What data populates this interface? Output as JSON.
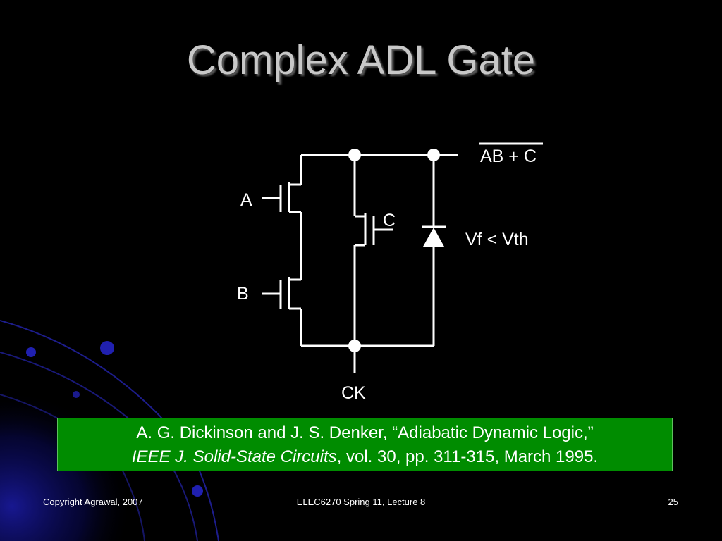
{
  "slide": {
    "title": "Complex ADL Gate"
  },
  "circuit": {
    "labels": {
      "input_a": "A",
      "input_b": "B",
      "input_c": "C",
      "output": "AB + C",
      "diode": "Vf < Vth",
      "clock": "CK"
    }
  },
  "citation": {
    "line1": "A. G. Dickinson and J. S. Denker, “Adiabatic Dynamic Logic,”",
    "journal": "IEEE J. Solid-State Circuits",
    "rest": ", vol. 30, pp. 311-315, March 1995."
  },
  "footer": {
    "copyright": "Copyright Agrawal, 2007",
    "course": "ELEC6270 Spring 11, Lecture 8",
    "page": "25"
  },
  "colors": {
    "background": "#000000",
    "title": "#c8c8c8",
    "citation_bg": "#008c00",
    "accent_blue": "#1a1aa0"
  }
}
